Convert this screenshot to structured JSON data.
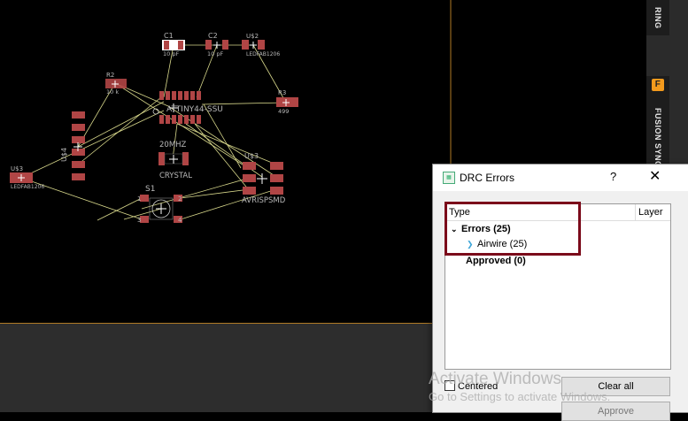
{
  "canvas": {
    "components": {
      "c1": {
        "ref": "C1",
        "value": "10 pF"
      },
      "c2": {
        "ref": "C2",
        "value": "10 pF"
      },
      "u2": {
        "ref": "U$2",
        "value": "LEDFAB1206"
      },
      "r2": {
        "ref": "R2",
        "value": "10 k"
      },
      "r3": {
        "ref": "R3",
        "value": "499"
      },
      "mcu": {
        "value": "ATTINY44-SSU"
      },
      "crystal": {
        "ref": "20MHZ",
        "value": "CRYSTAL"
      },
      "u4": {
        "ref": "U$4"
      },
      "u3": {
        "ref": "U$3",
        "value": "LEDFAB1206"
      },
      "s1": {
        "ref": "S1",
        "pins": [
          "1",
          "2",
          "3",
          "4"
        ]
      },
      "u1": {
        "ref": "U$3",
        "value": "AVRISPSMD"
      }
    }
  },
  "right_panel": {
    "tab_wiring": "RING",
    "tab_fusion": "FUSION SYNC",
    "fusion_icon": "F"
  },
  "dialog": {
    "title": "DRC Errors",
    "help": "?",
    "close": "✕",
    "columns": {
      "type": "Type",
      "layer": "Layer"
    },
    "rows": {
      "errors": "Errors (25)",
      "airwire": "Airwire (25)",
      "approved": "Approved (0)"
    },
    "centered_label": "Centered",
    "clear_all": "Clear all",
    "approve": "Approve"
  },
  "watermark": {
    "line1": "Activate Windows",
    "line2": "Go to Settings to activate Windows."
  },
  "colors": {
    "pad": "#b04545",
    "airwire": "#d6d68a",
    "highlight": "#7b0a1a"
  }
}
